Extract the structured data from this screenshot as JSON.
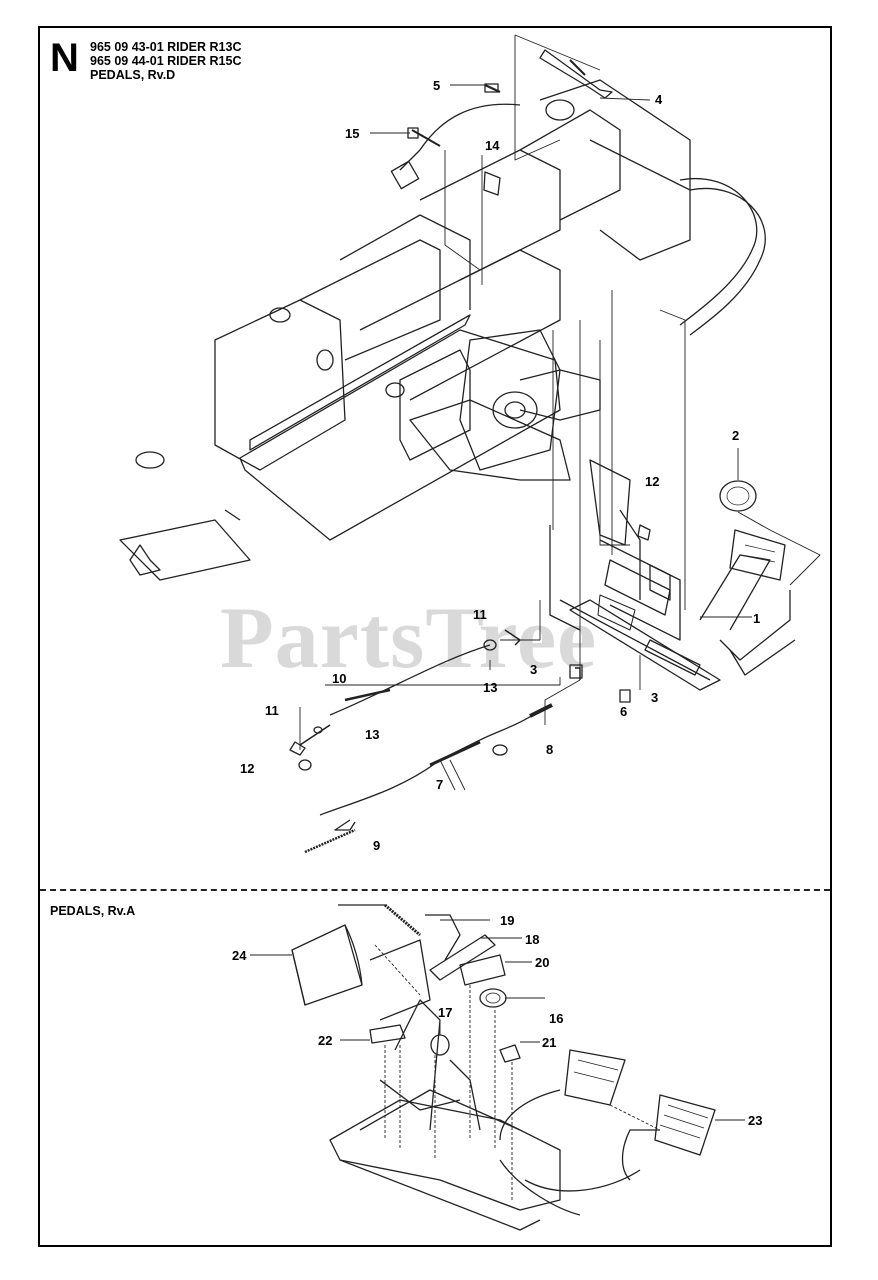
{
  "header": {
    "letter": "N",
    "line1": "965 09 43-01 RIDER R13C",
    "line2": "965 09 44-01 RIDER R15C",
    "line3": "PEDALS, Rv.D"
  },
  "section_a": {
    "title": "PEDALS, Rv.A"
  },
  "watermark": "PartsTree",
  "callouts": [
    "1",
    "2",
    "3",
    "3",
    "4",
    "5",
    "6",
    "7",
    "8",
    "9",
    "10",
    "11",
    "11",
    "12",
    "12",
    "13",
    "13",
    "14",
    "15",
    "16",
    "17",
    "18",
    "19",
    "20",
    "21",
    "22",
    "23",
    "24"
  ]
}
